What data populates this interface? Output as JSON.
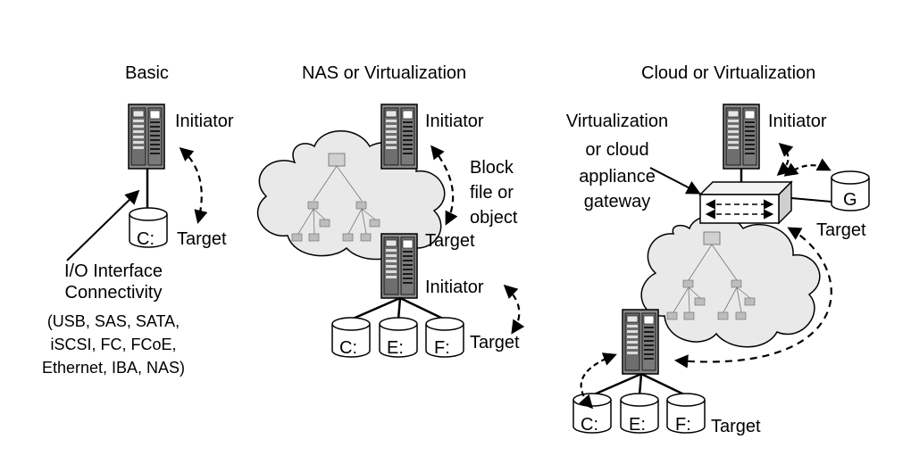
{
  "headers": {
    "basic": "Basic",
    "nas": "NAS or Virtualization",
    "cloud": "Cloud or Virtualization"
  },
  "labels": {
    "initiator": "Initiator",
    "target": "Target",
    "block_file_object": [
      "Block",
      "file or",
      "object"
    ],
    "appliance": [
      "Virtualization",
      "or cloud",
      "appliance",
      "gateway"
    ],
    "io_interface": [
      "I/O Interface",
      "Connectivity"
    ],
    "protocols": [
      "(USB, SAS, SATA,",
      "iSCSI, FC, FCoE,",
      "Ethernet, IBA, NAS)"
    ]
  },
  "drives": {
    "c": "C:",
    "e": "E:",
    "f": "F:",
    "g": "G"
  },
  "colors": {
    "line": "#000000",
    "server_body": "#8a8a8a",
    "cloud_fill": "#e9e9e9",
    "node_fill": "#bdbdbd"
  }
}
